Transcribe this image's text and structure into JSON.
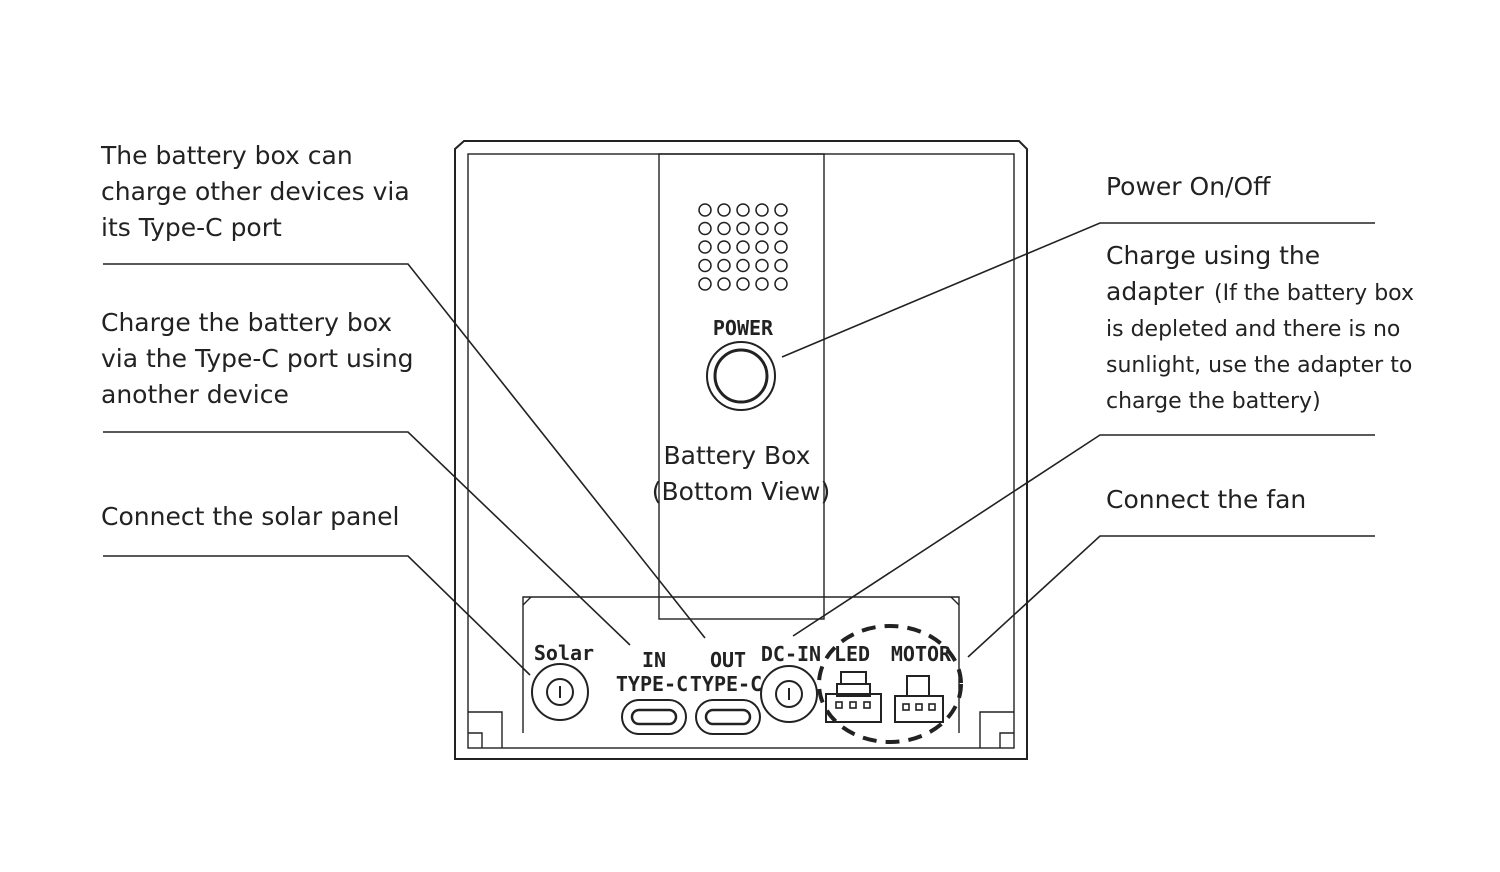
{
  "callouts": {
    "typec_out": [
      "The battery box can",
      "charge other devices via",
      "its Type-C port"
    ],
    "typec_in": [
      "Charge the battery box",
      "via the Type-C port using",
      "another device"
    ],
    "solar": "Connect the solar panel",
    "power": "Power On/Off",
    "adapter_main_1": "Charge using the",
    "adapter_main_2": "adapter",
    "adapter_note": [
      "(If the battery box",
      "is depleted and there is no",
      "sunlight, use the adapter to",
      "charge the battery)"
    ],
    "fan": "Connect the fan"
  },
  "device": {
    "title_line1": "Battery Box",
    "title_line2": "(Bottom View)",
    "power_label": "POWER"
  },
  "ports": {
    "solar": "Solar",
    "in_top": "IN",
    "in_bottom": "TYPE-C",
    "out_top": "OUT",
    "out_bottom": "TYPE-C",
    "dc_in": "DC-IN",
    "led": "LED",
    "motor": "MOTOR"
  }
}
